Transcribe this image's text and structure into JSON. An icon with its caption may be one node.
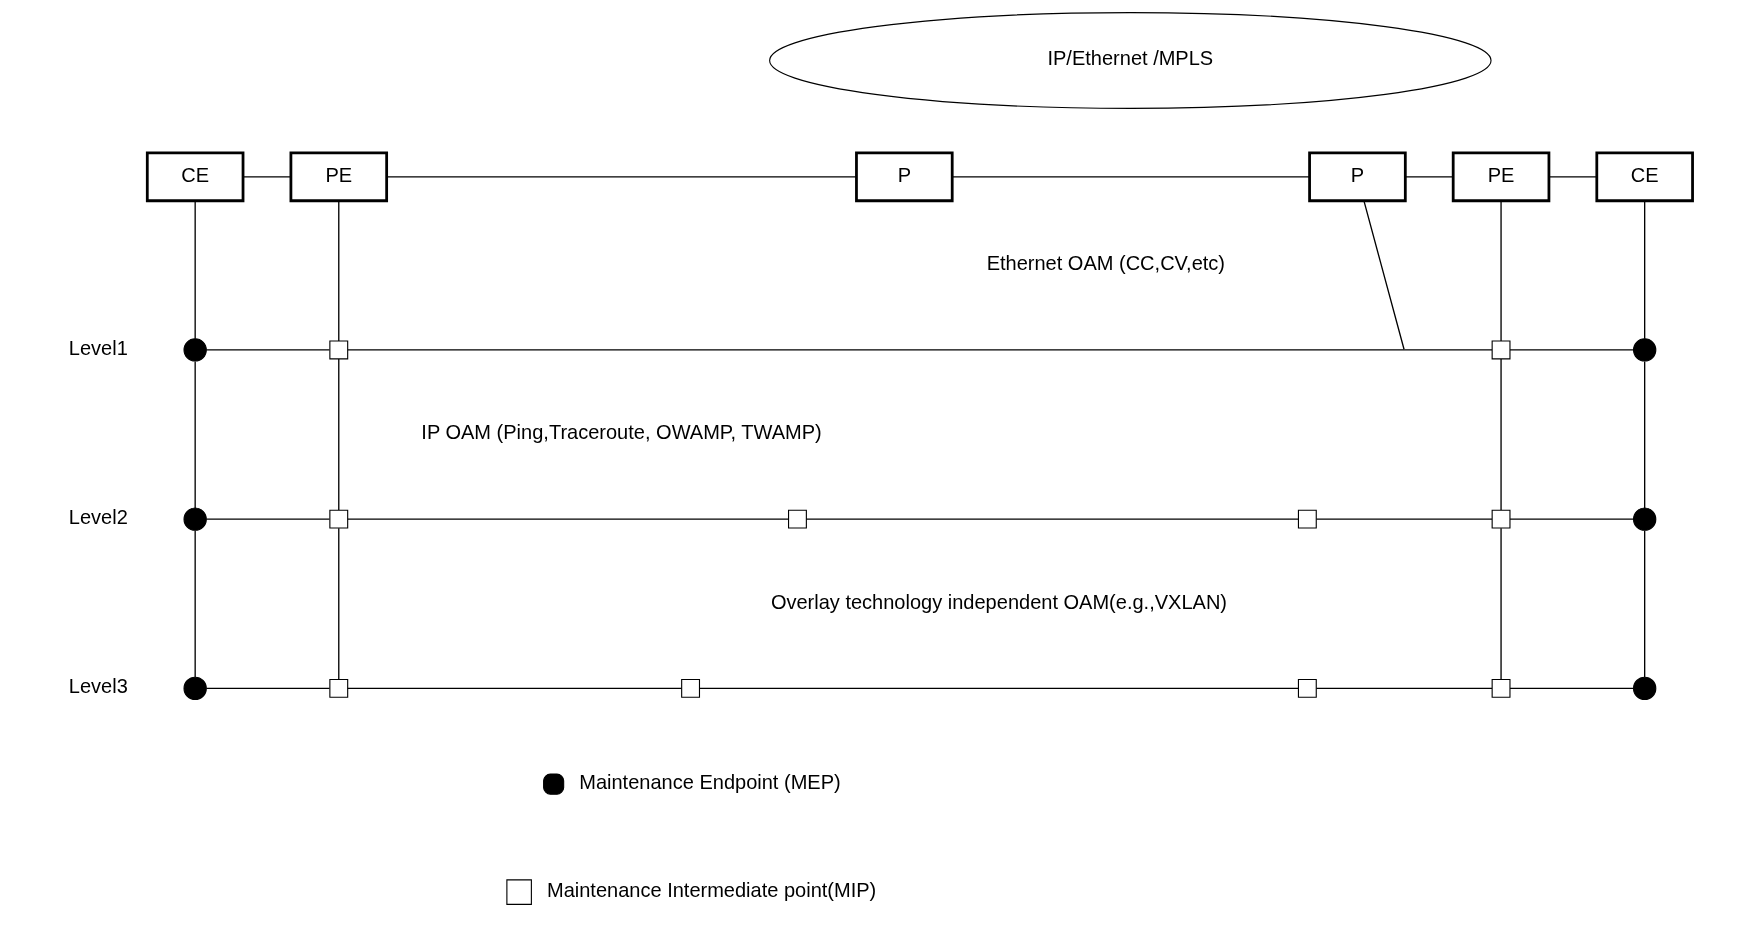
{
  "diagram": {
    "nodes": [
      {
        "text": [
          "IP/Ethernet /MPLS"
        ]
      },
      {
        "text": [
          "CE"
        ]
      },
      {
        "text": [
          "PE"
        ]
      },
      {
        "text": [
          "P"
        ]
      },
      {
        "text": [
          "P"
        ]
      },
      {
        "text": [
          "PE"
        ]
      },
      {
        "text": [
          "CE"
        ]
      },
      {
        "text": [],
        "shape": "circle"
      },
      {
        "text": [],
        "shape": "box"
      },
      {
        "text": [],
        "shape": "box"
      },
      {
        "text": [],
        "shape": "circle"
      },
      {
        "text": [],
        "shape": "circle"
      },
      {
        "text": [],
        "shape": "box"
      },
      {
        "text": [],
        "shape": "box"
      },
      {
        "text": [],
        "shape": "box"
      },
      {
        "text": [],
        "shape": "box"
      },
      {
        "text": [],
        "shape": "circle"
      },
      {
        "text": [],
        "shape": "circle"
      },
      {
        "text": [],
        "shape": "box"
      },
      {
        "text": [],
        "shape": "box"
      },
      {
        "text": [],
        "shape": "box"
      },
      {
        "text": [],
        "shape": "box"
      },
      {
        "text": [],
        "shape": "circle"
      }
    ],
    "edges": [
      {
        "from": 1,
        "to": 2,
        "arrow": "none"
      },
      {
        "from": 2,
        "to": 3,
        "arrow": "none"
      },
      {
        "from": 3,
        "to": 4,
        "arrow": "none"
      },
      {
        "from": 4,
        "to": 5,
        "arrow": "none"
      },
      {
        "from": 5,
        "to": 6,
        "arrow": "none"
      },
      {
        "from": 7,
        "to": 8,
        "arrow": "none"
      },
      {
        "from": 8,
        "to": 9,
        "arrow": "none"
      },
      {
        "from": 9,
        "to": 10,
        "arrow": "none"
      },
      {
        "from": 11,
        "to": 12,
        "arrow": "none"
      },
      {
        "from": 12,
        "to": 13,
        "arrow": "none"
      },
      {
        "from": 13,
        "to": 14,
        "arrow": "none"
      },
      {
        "from": 14,
        "to": 15,
        "arrow": "none"
      },
      {
        "from": 15,
        "to": 16,
        "arrow": "none"
      },
      {
        "from": 17,
        "to": 18,
        "arrow": "none"
      },
      {
        "from": 18,
        "to": 19,
        "arrow": "none"
      },
      {
        "from": 19,
        "to": 20,
        "arrow": "none"
      },
      {
        "from": 20,
        "to": 21,
        "arrow": "none"
      },
      {
        "from": 21,
        "to": 22,
        "arrow": "none"
      },
      {
        "from": 1,
        "to": 7,
        "arrow": "none"
      },
      {
        "from": 7,
        "to": 11,
        "arrow": "none"
      },
      {
        "from": 11,
        "to": 17,
        "arrow": "none"
      },
      {
        "from": 2,
        "to": 8,
        "arrow": "none"
      },
      {
        "from": 8,
        "to": 12,
        "arrow": "none"
      },
      {
        "from": 12,
        "to": 18,
        "arrow": "none"
      },
      {
        "from": 5,
        "to": 9,
        "arrow": "none"
      },
      {
        "from": 9,
        "to": 15,
        "arrow": "none"
      },
      {
        "from": 15,
        "to": 21,
        "arrow": "none"
      },
      {
        "from": 6,
        "to": 10,
        "arrow": "none"
      },
      {
        "from": 10,
        "to": 16,
        "arrow": "none"
      },
      {
        "from": 16,
        "to": 22,
        "arrow": "none"
      },
      {
        "from": 4,
        "to": null,
        "arrow": "none"
      }
    ],
    "labels": [
      "Ethernet OAM (CC,CV,etc)",
      "Level1",
      "IP OAM (Ping,Traceroute, OWAMP, TWAMP)",
      "Level2",
      "Overlay technology independent OAM(e.g.,VXLAN)",
      "Level3"
    ],
    "legend": [
      {
        "text": "Maintenance Endpoint (MEP)"
      },
      {
        "text": "Maintenance Intermediate point(MIP)"
      }
    ]
  }
}
